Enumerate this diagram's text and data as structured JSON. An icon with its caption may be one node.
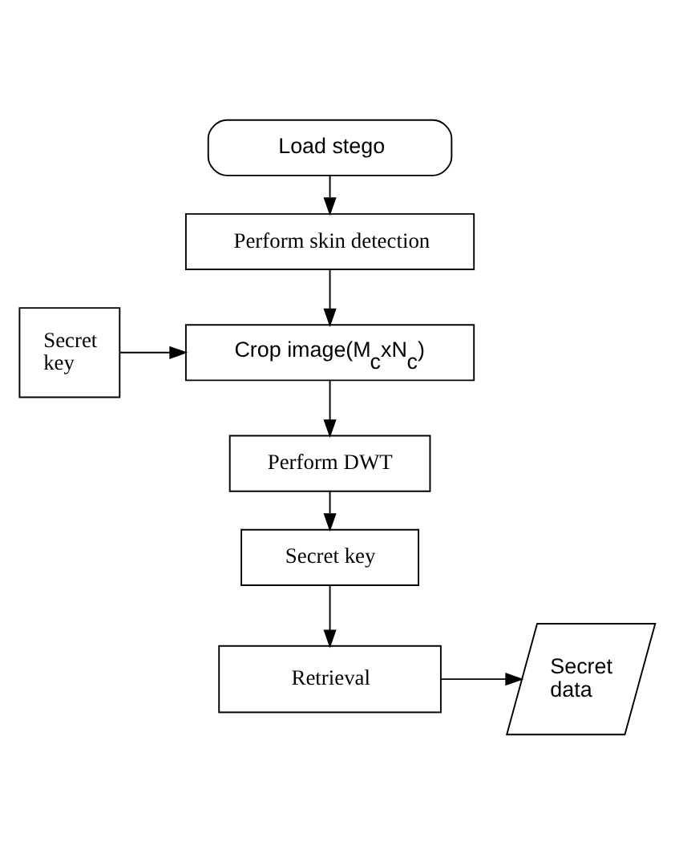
{
  "diagram": {
    "nodes": [
      {
        "text": [
          "Load stego"
        ]
      },
      {
        "text": [
          "Perform skin detection"
        ]
      },
      {
        "text": [
          "Crop image(M$_{c}$xN$_{c}$)"
        ]
      },
      {
        "text": [
          "Secret key"
        ]
      },
      {
        "text": [
          "Perform DWT"
        ]
      },
      {
        "text": [
          "Secret key"
        ]
      },
      {
        "text": [
          "Retrieval"
        ]
      },
      {
        "text": [
          "Secret data"
        ]
      }
    ],
    "edges": [
      {
        "from": 0,
        "to": 1,
        "arrow": "to"
      },
      {
        "from": 1,
        "to": 2,
        "arrow": "to"
      },
      {
        "from": 3,
        "to": 2,
        "arrow": "to"
      },
      {
        "from": 2,
        "to": 4,
        "arrow": "to"
      },
      {
        "from": 4,
        "to": 5,
        "arrow": "to"
      },
      {
        "from": 5,
        "to": 6,
        "arrow": "to"
      },
      {
        "from": 6,
        "to": 7,
        "arrow": "to"
      }
    ]
  }
}
